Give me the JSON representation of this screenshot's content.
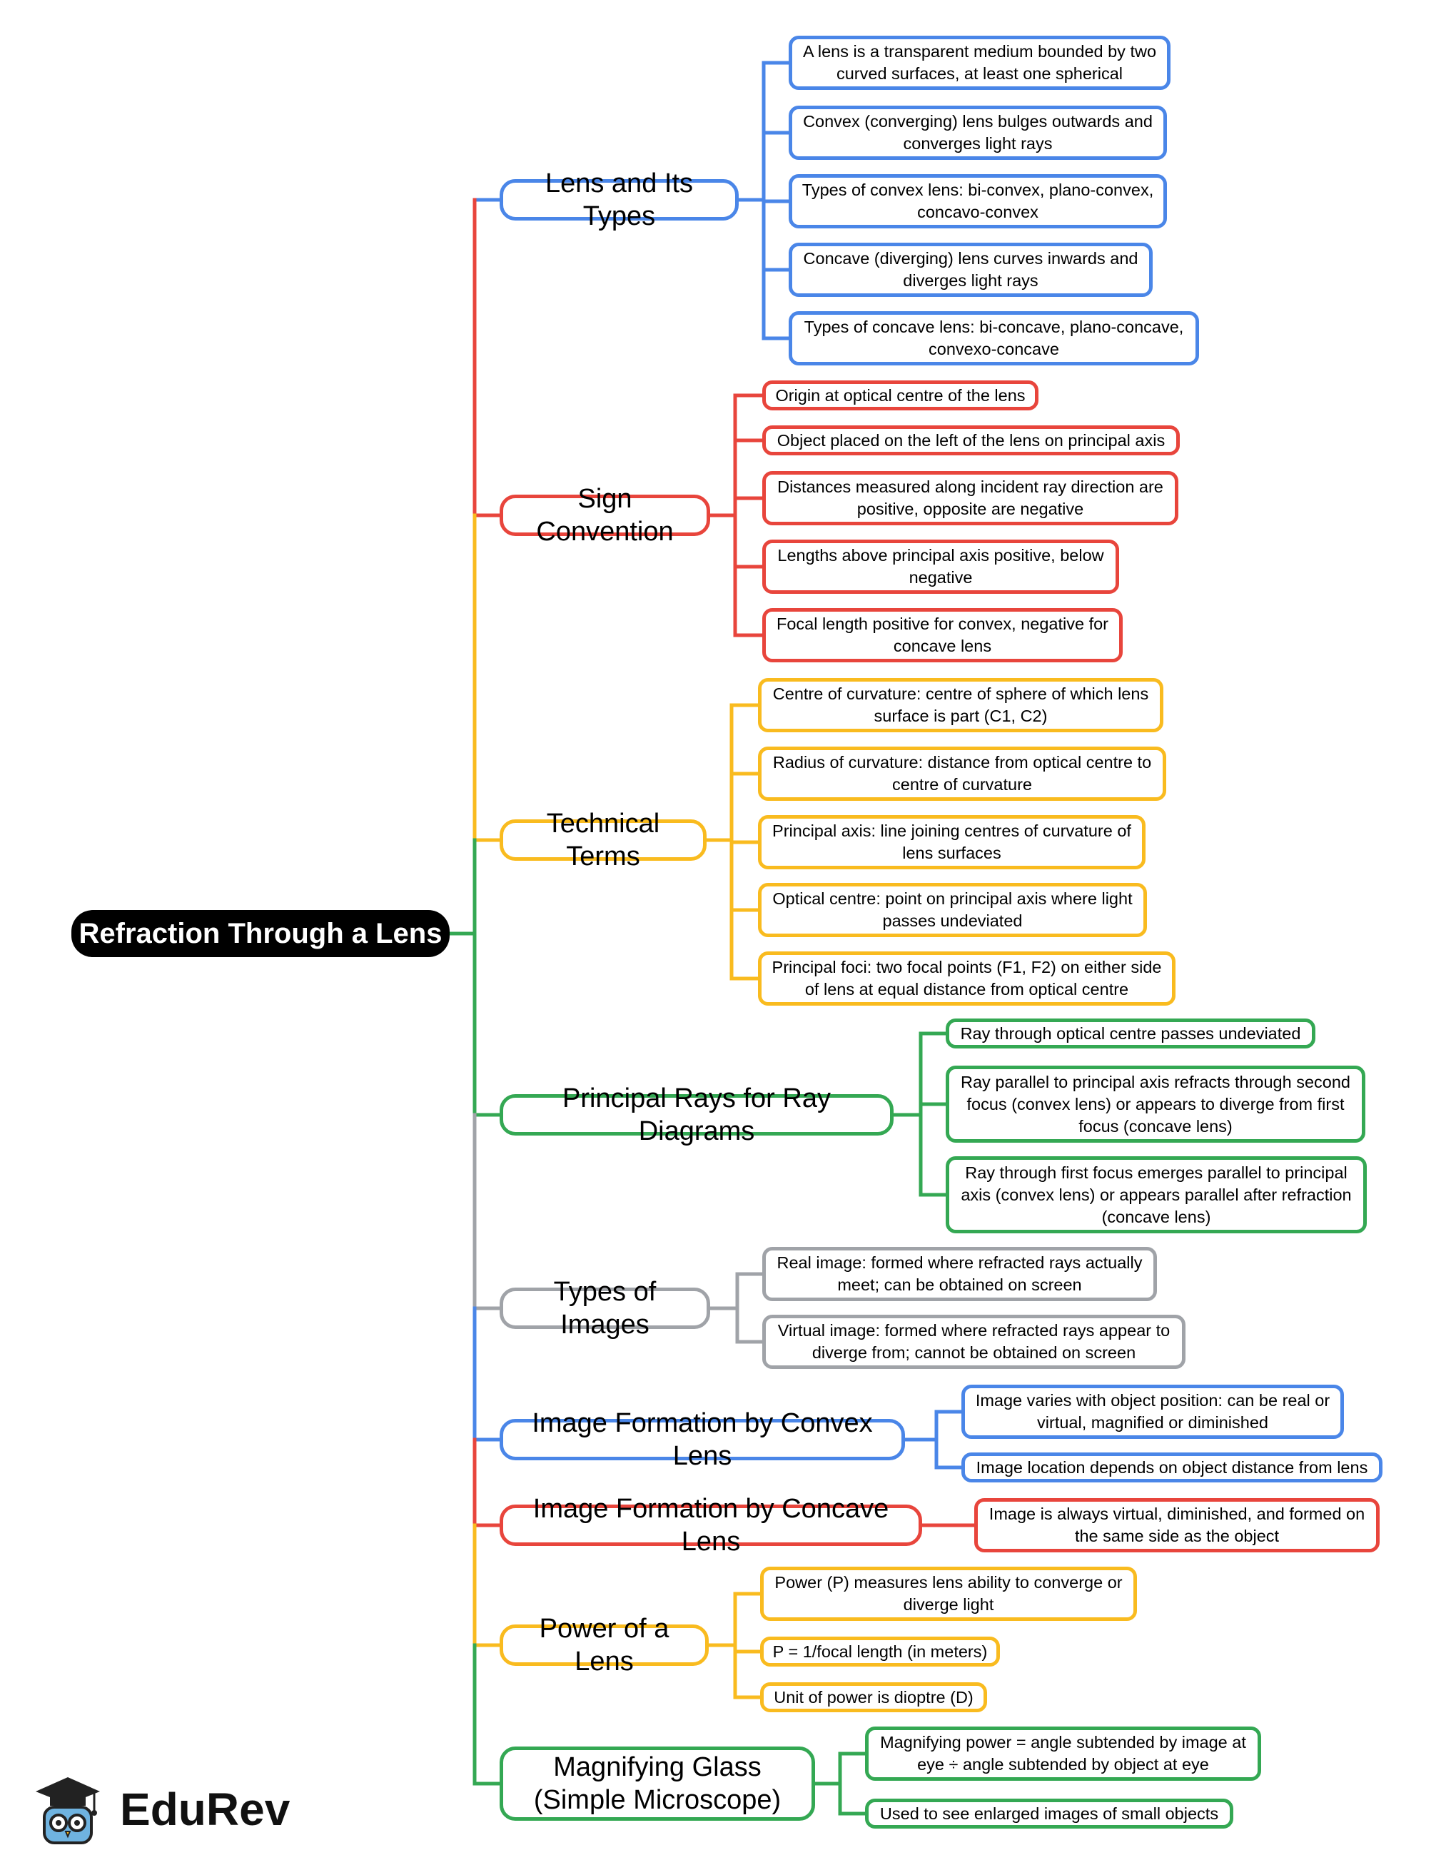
{
  "root": {
    "label": "Refraction Through a Lens"
  },
  "colors": {
    "blue": "#4a86e8",
    "red": "#e8453c",
    "yellow": "#f9bb1f",
    "green": "#34a853",
    "gray": "#a0a3a8"
  },
  "branches": [
    {
      "id": "lens",
      "label": "Lens and Its Types",
      "color": "#4a86e8",
      "children": [
        "A lens is a transparent medium bounded by two curved surfaces, at least one spherical",
        "Convex (converging) lens bulges outwards and converges light rays",
        "Types of convex lens: bi-convex, plano-convex, concavo-convex",
        "Concave (diverging) lens curves inwards and diverges light rays",
        "Types of concave lens: bi-concave, plano-concave, convexo-concave"
      ]
    },
    {
      "id": "sign",
      "label": "Sign Convention",
      "color": "#e8453c",
      "children": [
        "Origin at optical centre of the lens",
        "Object placed on the left of the lens on principal axis",
        "Distances measured along incident ray direction are positive, opposite are negative",
        "Lengths above principal axis positive, below negative",
        "Focal length positive for convex, negative for concave lens"
      ]
    },
    {
      "id": "terms",
      "label": "Technical Terms",
      "color": "#f9bb1f",
      "children": [
        "Centre of curvature: centre of sphere of which lens surface is part (C1, C2)",
        "Radius of curvature: distance from optical centre to centre of curvature",
        "Principal axis: line joining centres of curvature of lens surfaces",
        "Optical centre: point on principal axis where light passes undeviated",
        "Principal foci: two focal points (F1, F2) on either side of lens at equal distance from optical centre"
      ]
    },
    {
      "id": "rays",
      "label": "Principal Rays for Ray Diagrams",
      "color": "#34a853",
      "children": [
        "Ray through optical centre passes undeviated",
        "Ray parallel to principal axis refracts through second focus (convex lens) or appears to diverge from first focus (concave lens)",
        "Ray through first focus emerges parallel to principal axis (convex lens) or appears parallel after refraction (concave lens)"
      ]
    },
    {
      "id": "images",
      "label": "Types of Images",
      "color": "#a0a3a8",
      "children": [
        "Real image: formed where refracted rays actually meet; can be obtained on screen",
        "Virtual image: formed where refracted rays appear to diverge from; cannot be obtained on screen"
      ]
    },
    {
      "id": "convex",
      "label": "Image Formation by Convex Lens",
      "color": "#4a86e8",
      "children": [
        "Image varies with object position: can be real or virtual, magnified or diminished",
        "Image location depends on object distance from lens"
      ]
    },
    {
      "id": "concave",
      "label": "Image Formation by Concave Lens",
      "color": "#e8453c",
      "children": [
        "Image is always virtual, diminished, and formed on the same side as the object"
      ]
    },
    {
      "id": "power",
      "label": "Power of a Lens",
      "color": "#f9bb1f",
      "children": [
        "Power (P) measures lens ability to converge or diverge light",
        "P = 1/focal length (in meters)",
        "Unit of power is dioptre (D)"
      ]
    },
    {
      "id": "magnify",
      "label": "Magnifying Glass (Simple Microscope)",
      "color": "#34a853",
      "children": [
        "Magnifying power = angle subtended by image at eye ÷ angle subtended by object at eye",
        "Used to see enlarged images of small objects"
      ]
    }
  ],
  "logo": {
    "text": "EduRev",
    "icon": "graduate-owl-icon"
  }
}
